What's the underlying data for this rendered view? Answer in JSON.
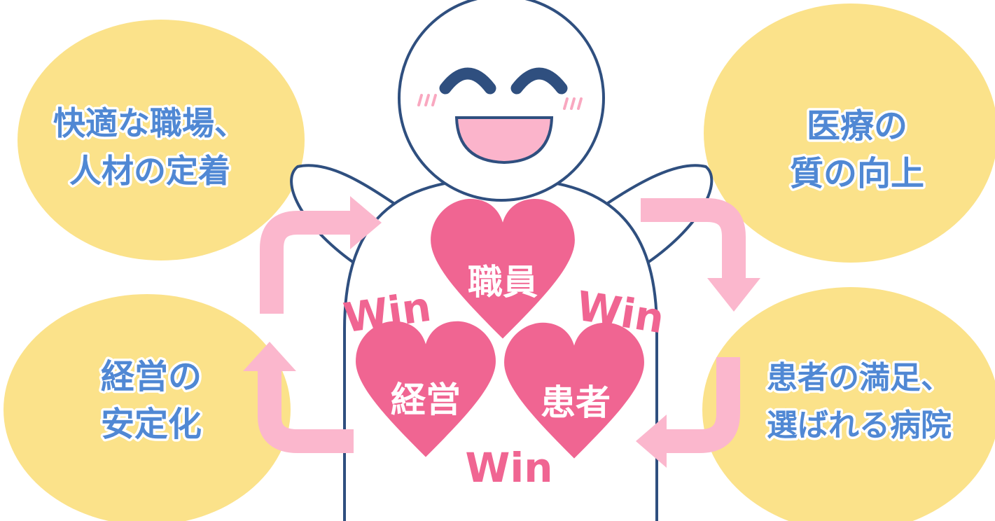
{
  "circles": {
    "top_left": [
      "快適な職場、",
      "人材の定着"
    ],
    "top_right": [
      "医療の",
      "質の向上"
    ],
    "bottom_left": [
      "経営の",
      "安定化"
    ],
    "bottom_right": [
      "患者の満足、",
      "選ばれる病院"
    ]
  },
  "hearts": {
    "top": "職員",
    "bottom_left": "経営",
    "bottom_right": "患者"
  },
  "win_labels": [
    "Win",
    "Win",
    "Win"
  ],
  "colors": {
    "circle_fill": "#fbe28a",
    "circle_text": "#5088d4",
    "arrow": "#fbb7cd",
    "heart": "#f06592",
    "outline": "#2f4f7f",
    "mouth": "#fbb4cb",
    "blush": "#f9a8c0"
  }
}
